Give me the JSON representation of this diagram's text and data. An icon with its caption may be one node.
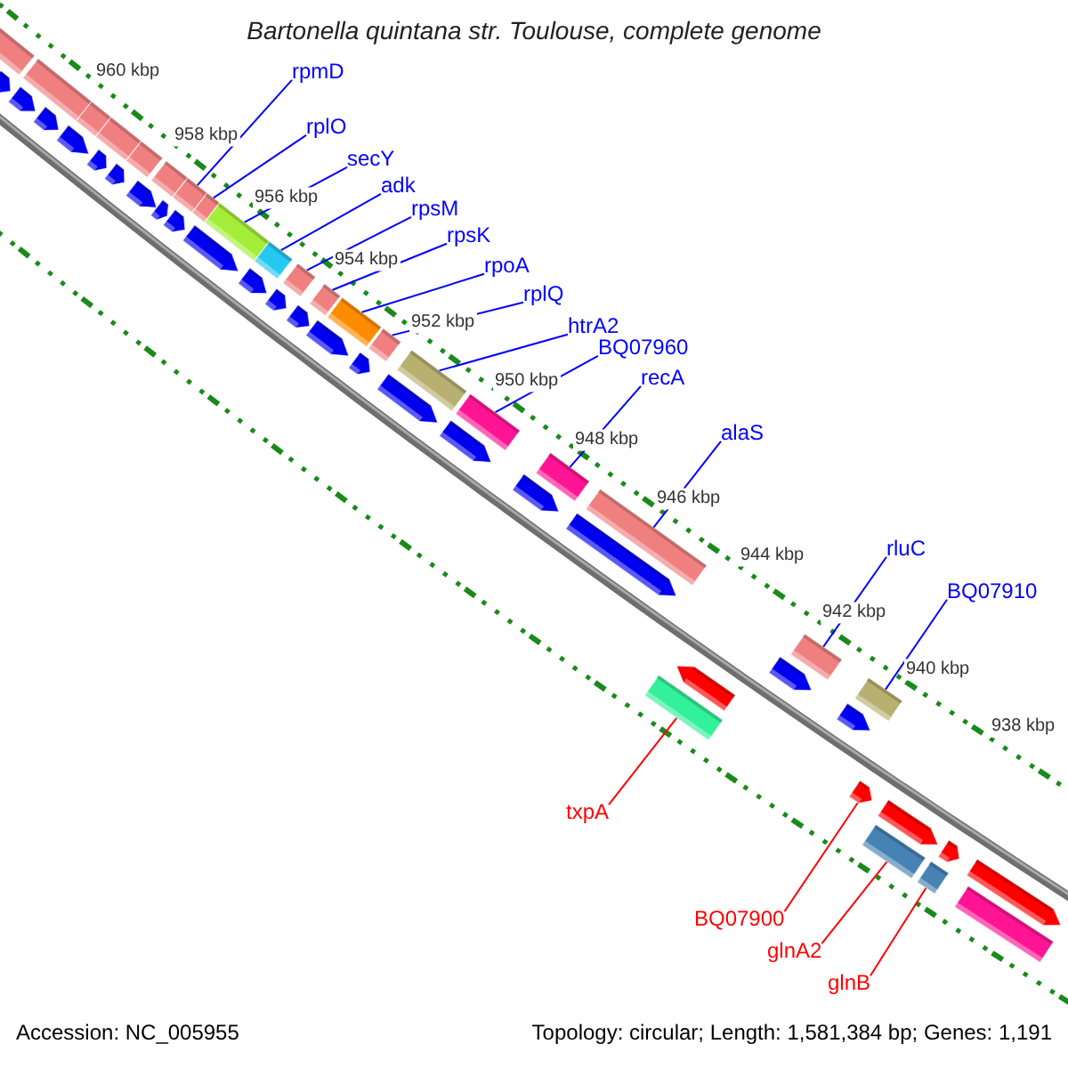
{
  "diagram": {
    "title": "Bartonella quintana str. Toulouse, complete genome",
    "nodes": [
      {
        "text": [
          "rpmD"
        ]
      },
      {
        "text": [],
        "shape": "bar"
      },
      {
        "text": [
          "rplO"
        ]
      },
      {
        "text": [],
        "shape": "bar"
      },
      {
        "text": [
          "secY"
        ]
      },
      {
        "text": [],
        "shape": "bar"
      },
      {
        "text": [
          "adk"
        ]
      },
      {
        "text": [],
        "shape": "bar"
      },
      {
        "text": [
          "rpsM"
        ]
      },
      {
        "text": [],
        "shape": "bar"
      },
      {
        "text": [
          "rpsK"
        ]
      },
      {
        "text": [],
        "shape": "bar"
      },
      {
        "text": [
          "rpoA"
        ]
      },
      {
        "text": [],
        "shape": "bar"
      },
      {
        "text": [
          "rplQ"
        ]
      },
      {
        "text": [],
        "shape": "bar"
      },
      {
        "text": [
          "htrA2"
        ]
      },
      {
        "text": [],
        "shape": "bar"
      },
      {
        "text": [
          "BQ07960"
        ]
      },
      {
        "text": [],
        "shape": "bar"
      },
      {
        "text": [
          "recA"
        ]
      },
      {
        "text": [],
        "shape": "bar"
      },
      {
        "text": [
          "alaS"
        ]
      },
      {
        "text": [],
        "shape": "bar"
      },
      {
        "text": [
          "rluC"
        ]
      },
      {
        "text": [],
        "shape": "bar"
      },
      {
        "text": [
          "BQ07910"
        ]
      },
      {
        "text": [],
        "shape": "bar"
      },
      {
        "text": [
          "txpA"
        ]
      },
      {
        "text": [],
        "shape": "bar"
      },
      {
        "text": [
          "BQ07900"
        ]
      },
      {
        "text": [],
        "shape": "arrow"
      },
      {
        "text": [
          "glnA2"
        ]
      },
      {
        "text": [],
        "shape": "bar"
      },
      {
        "text": [
          "glnB"
        ]
      },
      {
        "text": [],
        "shape": "bar"
      },
      {
        "text": [],
        "shape": "arrow"
      },
      {
        "text": [],
        "shape": "arrow"
      },
      {
        "text": [],
        "shape": "arrow"
      },
      {
        "text": [],
        "shape": "arrow"
      },
      {
        "text": [],
        "shape": "arrow"
      },
      {
        "text": [],
        "shape": "arrow"
      },
      {
        "text": [],
        "shape": "arrow"
      },
      {
        "text": [],
        "shape": "arrow"
      },
      {
        "text": [],
        "shape": "arrow"
      },
      {
        "text": [],
        "shape": "arrow"
      },
      {
        "text": [],
        "shape": "arrow"
      },
      {
        "text": [],
        "shape": "arrow"
      },
      {
        "text": [],
        "shape": "arrow"
      },
      {
        "text": [],
        "shape": "arrow"
      },
      {
        "text": [],
        "shape": "arrow"
      },
      {
        "text": [],
        "shape": "arrow"
      },
      {
        "text": [],
        "shape": "arrow"
      },
      {
        "text": [],
        "shape": "arrow"
      },
      {
        "text": [],
        "shape": "arrow"
      },
      {
        "text": [],
        "shape": "arrow"
      },
      {
        "text": [],
        "shape": "arrow"
      },
      {
        "text": [],
        "shape": "bar"
      },
      {
        "text": [],
        "shape": "bar"
      },
      {
        "text": [],
        "shape": "bar"
      },
      {
        "text": [],
        "shape": "bar"
      },
      {
        "text": [],
        "shape": "bar"
      },
      {
        "text": [],
        "shape": "bar"
      },
      {
        "text": [],
        "shape": "arrow"
      },
      {
        "text": [],
        "shape": "arrow"
      },
      {
        "text": [],
        "shape": "arrow"
      },
      {
        "text": [],
        "shape": "arrow"
      },
      {
        "text": [],
        "shape": "bar"
      }
    ],
    "edges": [
      {
        "from": 0,
        "to": 1,
        "arrow": "none"
      },
      {
        "from": 2,
        "to": 3,
        "arrow": "none"
      },
      {
        "from": 4,
        "to": 5,
        "arrow": "none"
      },
      {
        "from": 6,
        "to": 7,
        "arrow": "none"
      },
      {
        "from": 8,
        "to": 9,
        "arrow": "none"
      },
      {
        "from": 10,
        "to": 11,
        "arrow": "none"
      },
      {
        "from": 12,
        "to": 13,
        "arrow": "none"
      },
      {
        "from": 14,
        "to": 15,
        "arrow": "none"
      },
      {
        "from": 16,
        "to": 17,
        "arrow": "none"
      },
      {
        "from": 18,
        "to": 19,
        "arrow": "none"
      },
      {
        "from": 20,
        "to": 21,
        "arrow": "none"
      },
      {
        "from": 22,
        "to": 23,
        "arrow": "none"
      },
      {
        "from": 24,
        "to": 25,
        "arrow": "none"
      },
      {
        "from": 26,
        "to": 27,
        "arrow": "none"
      },
      {
        "from": 28,
        "to": 29,
        "arrow": "none",
        "color": "#ff0000"
      },
      {
        "from": 30,
        "to": 31,
        "arrow": "none",
        "color": "#ff0000"
      },
      {
        "from": 32,
        "to": 33,
        "arrow": "none",
        "color": "#ff0000"
      },
      {
        "from": 34,
        "to": 35,
        "arrow": "none",
        "color": "#ff0000"
      }
    ],
    "labels": [
      "960 kbp",
      "958 kbp",
      "956 kbp",
      "954 kbp",
      "952 kbp",
      "950 kbp",
      "948 kbp",
      "946 kbp",
      "944 kbp",
      "942 kbp",
      "940 kbp",
      "938 kbp",
      "Accession: NC_005955",
      "Topology: circular; Length: 1,581,384 bp; Genes: 1,191"
    ]
  }
}
